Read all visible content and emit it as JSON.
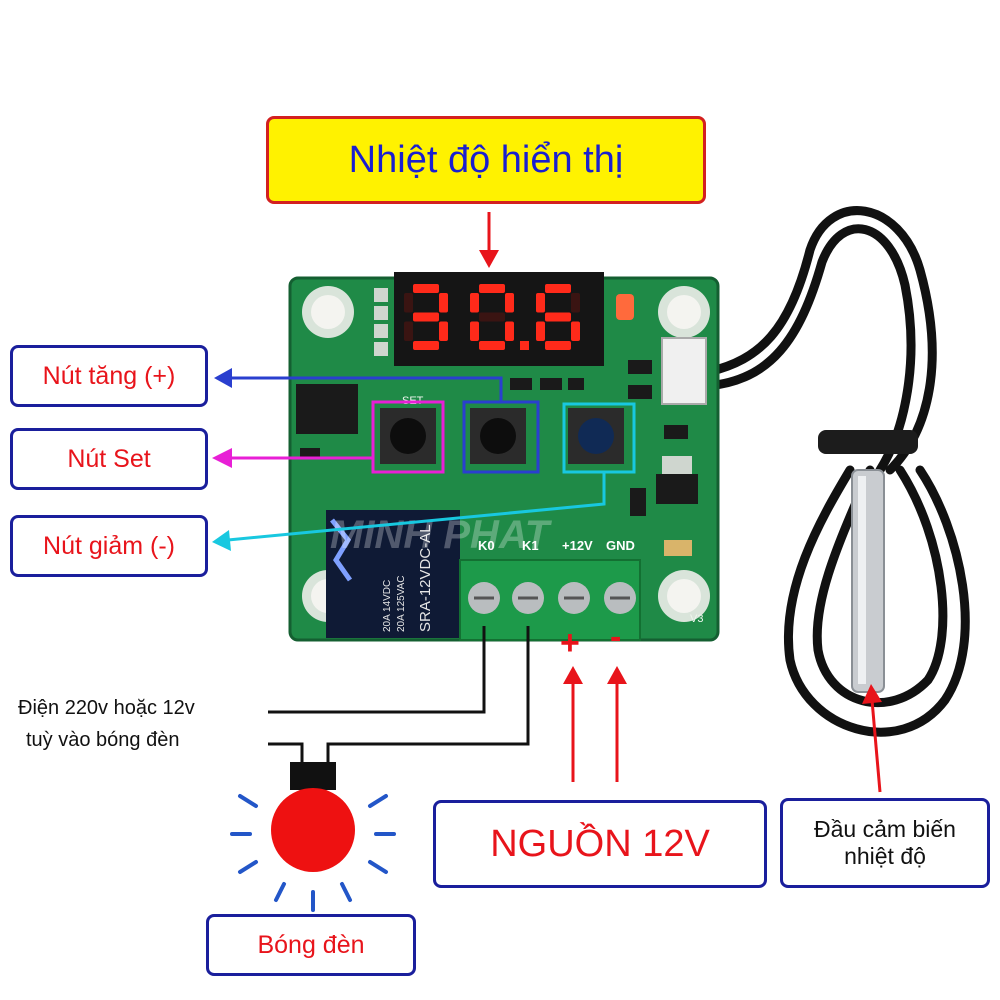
{
  "title_label": "Nhiệt độ hiển thị",
  "display_reading": "30.6",
  "labels": {
    "increase_button": "Nút tăng (+)",
    "set_button": "Nút Set",
    "decrease_button": "Nút giảm (-)",
    "power_supply": "NGUỒN 12V",
    "sensor_line1": "Đầu cảm biến",
    "sensor_line2": "nhiệt độ",
    "bulb": "Bóng đèn",
    "mains_line1": "Điện 220v hoặc 12v",
    "mains_line2": "tuỳ vào bóng đèn"
  },
  "board": {
    "terminals": [
      "K0",
      "K1",
      "+12V",
      "GND"
    ],
    "set_silkscreen": "SET",
    "relay_text": "SRA-12VDC-AL",
    "relay_rating1": "20A 14VDC",
    "relay_rating2": "20A 125VAC",
    "watermark": "MINH PHAT",
    "version": "V3"
  },
  "polarity": {
    "plus": "+",
    "minus": "-"
  },
  "colors": {
    "title_bg": "#fff200",
    "title_border": "#d32020",
    "title_text": "#1a1fcf",
    "label_border": "#1a1f9c",
    "label_text": "#e8141b",
    "pcb": "#1f8a47",
    "led": "#ff2a1a",
    "increase_highlight": "#2a3fcf",
    "set_highlight": "#e81fd6",
    "decrease_highlight": "#18c8e0",
    "arrow_red": "#e8141b",
    "bulb_red": "#ee1111",
    "rays_blue": "#2356c8"
  }
}
